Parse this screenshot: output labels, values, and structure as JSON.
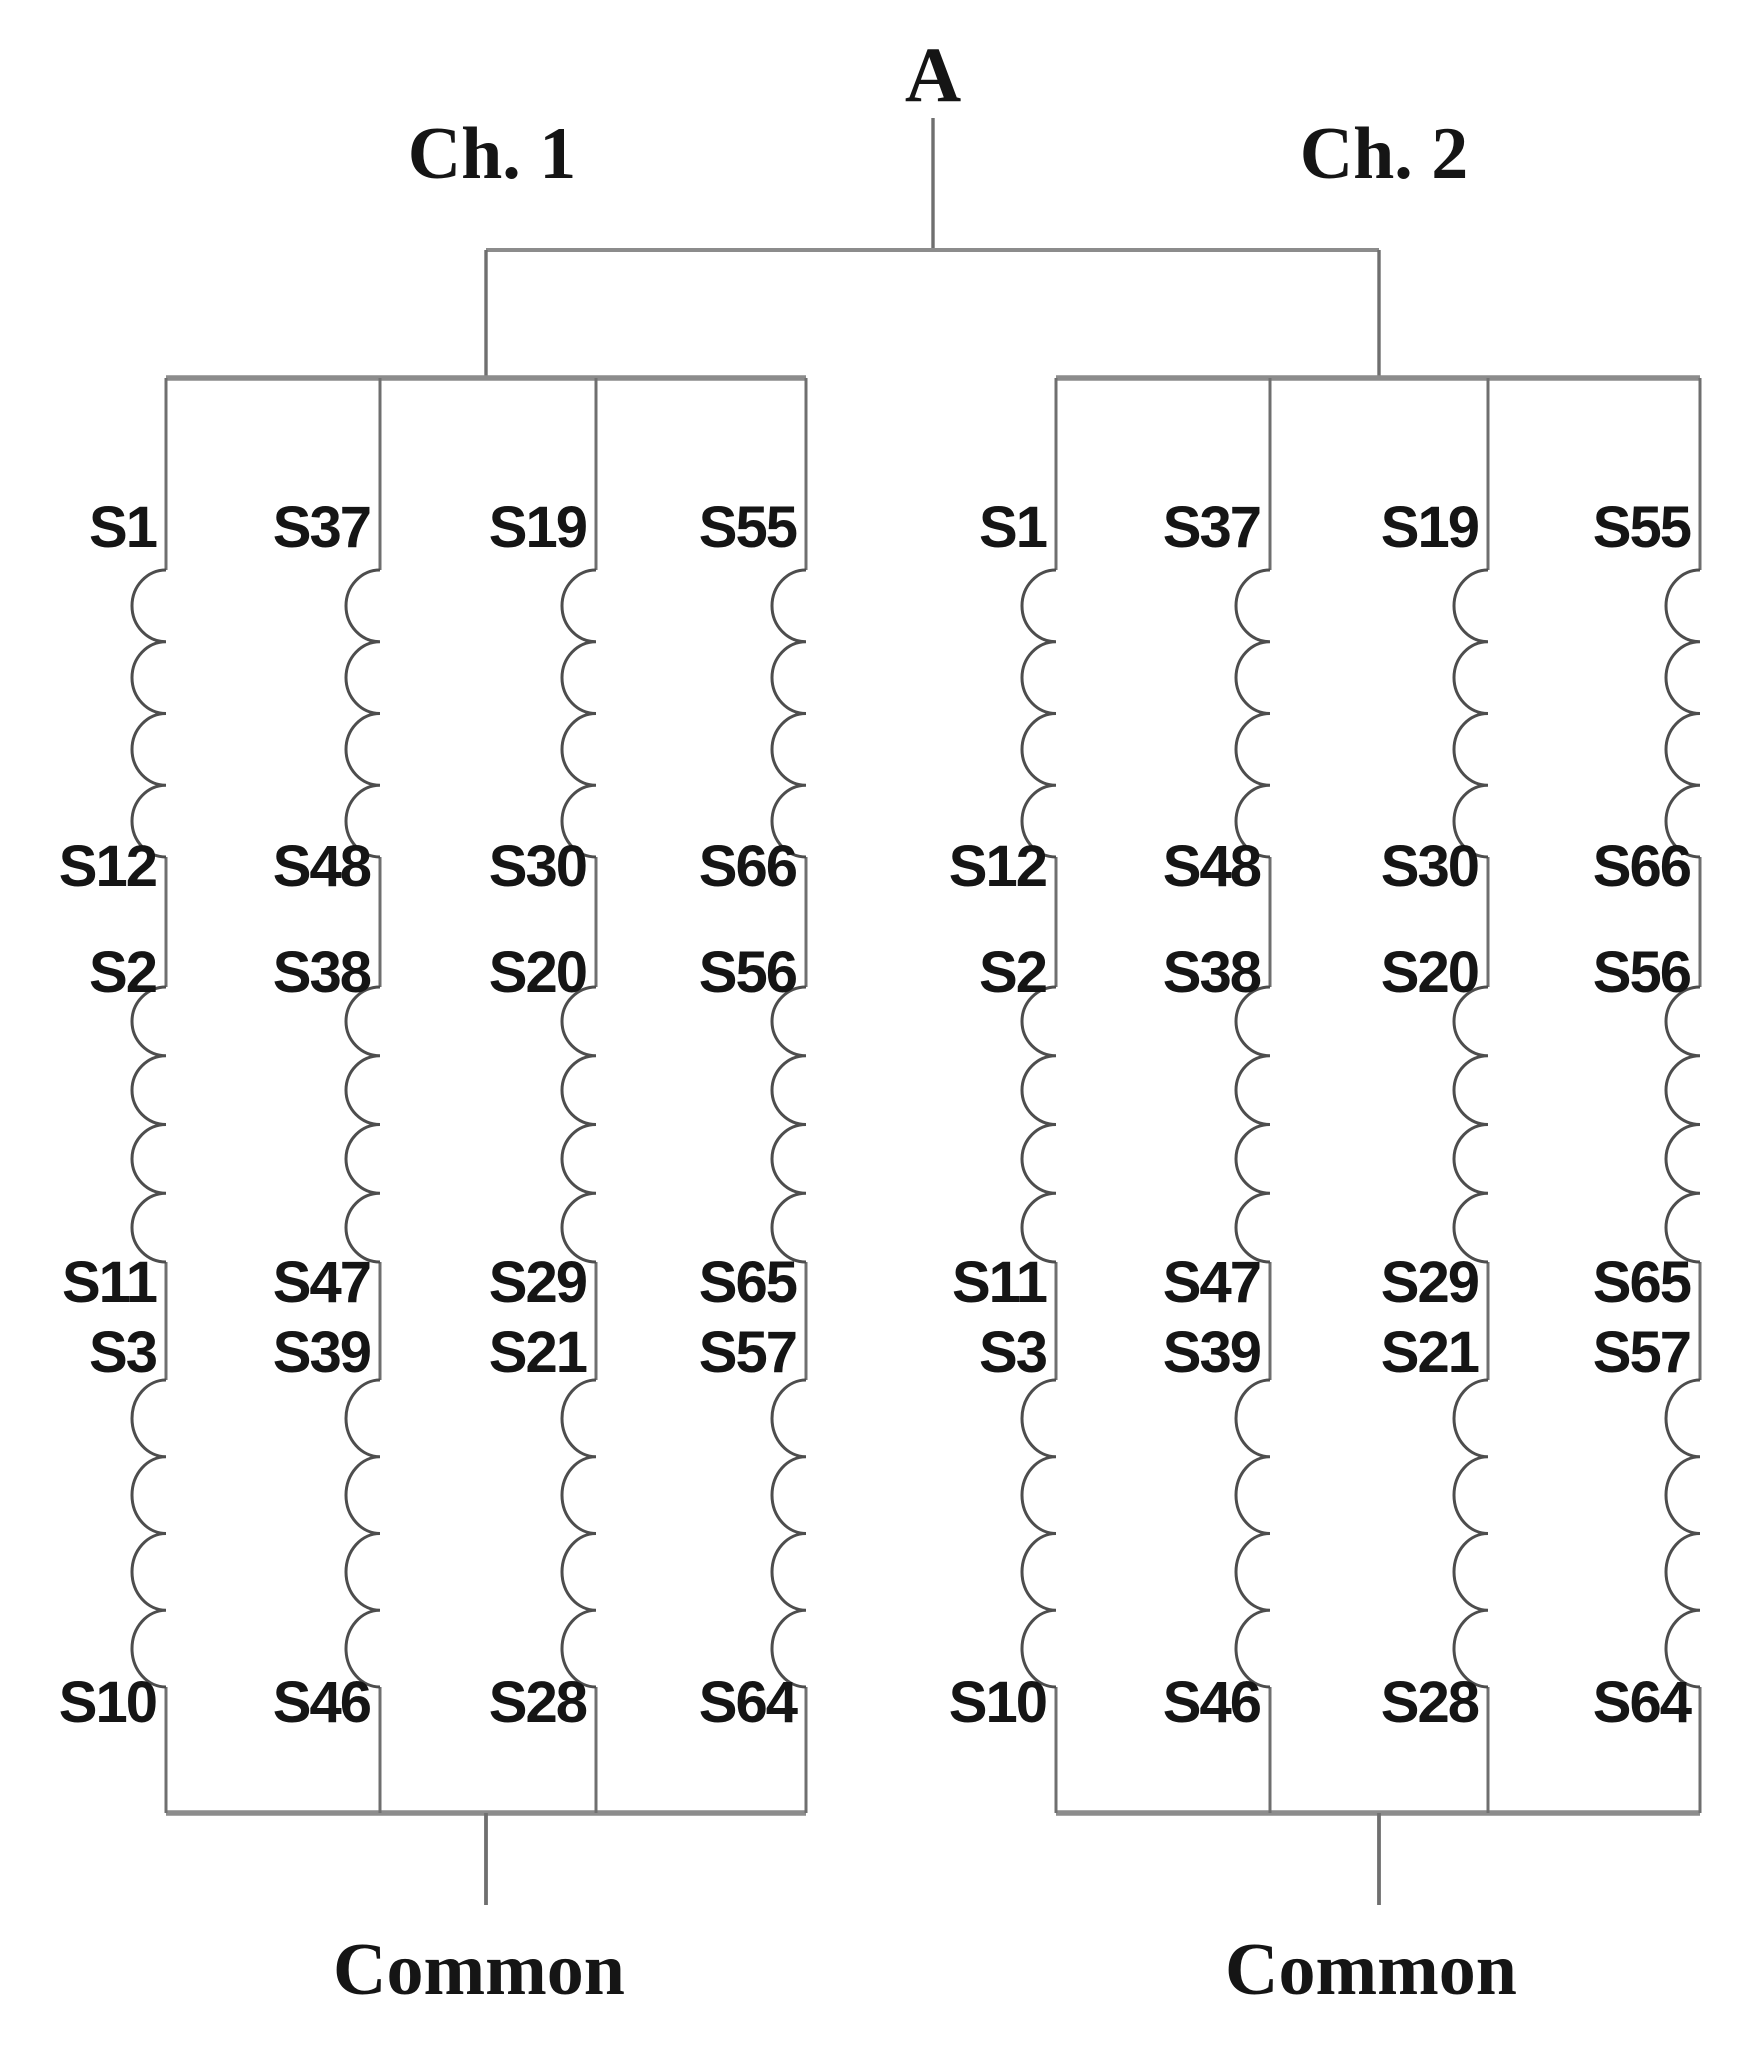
{
  "diagram": {
    "input_node": "A",
    "symbol": "inductor-coil",
    "coils_per_branch": 3,
    "coil_bumps": 4,
    "channels": [
      {
        "name": "Ch. 1",
        "common_label": "Common",
        "branches": [
          {
            "labels": [
              "S1",
              "S12",
              "S2",
              "S11",
              "S3",
              "S10"
            ]
          },
          {
            "labels": [
              "S37",
              "S48",
              "S38",
              "S47",
              "S39",
              "S46"
            ]
          },
          {
            "labels": [
              "S19",
              "S30",
              "S20",
              "S29",
              "S21",
              "S28"
            ]
          },
          {
            "labels": [
              "S55",
              "S66",
              "S56",
              "S65",
              "S57",
              "S64"
            ]
          }
        ]
      },
      {
        "name": "Ch. 2",
        "common_label": "Common",
        "branches": [
          {
            "labels": [
              "S1",
              "S12",
              "S2",
              "S11",
              "S3",
              "S10"
            ]
          },
          {
            "labels": [
              "S37",
              "S48",
              "S38",
              "S47",
              "S39",
              "S46"
            ]
          },
          {
            "labels": [
              "S19",
              "S30",
              "S20",
              "S29",
              "S21",
              "S28"
            ]
          },
          {
            "labels": [
              "S55",
              "S66",
              "S56",
              "S65",
              "S57",
              "S64"
            ]
          }
        ]
      }
    ]
  },
  "colors": {
    "background": "#ffffff",
    "bus": "#8c8c8c",
    "wire": "#6f6f6f",
    "coil": "#4d4d4d",
    "text": "#151515"
  }
}
